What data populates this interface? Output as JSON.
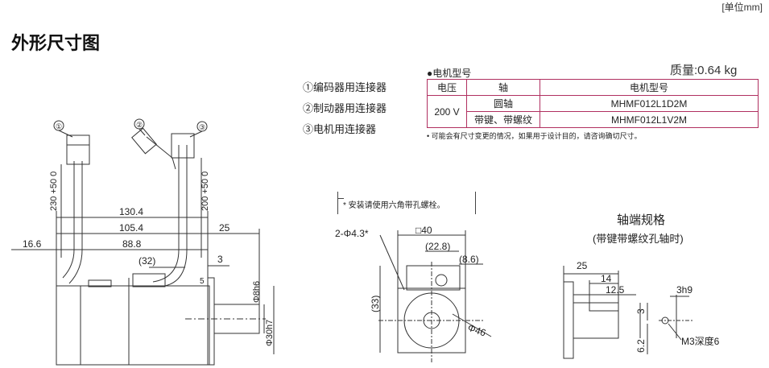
{
  "unit_label": "[单位mm]",
  "title": "外形尺寸图",
  "connectors": [
    {
      "marker": "①",
      "label": "编码器用连接器"
    },
    {
      "marker": "②",
      "label": "制动器用连接器"
    },
    {
      "marker": "③",
      "label": "电机用连接器"
    }
  ],
  "model_table": {
    "section_label": "●电机型号",
    "mass": "质量:0.64 kg",
    "headers": [
      "电压",
      "轴",
      "电机型号"
    ],
    "voltage": "200 V",
    "rows": [
      {
        "shaft": "圆轴",
        "model": "MHMF012L1D2M"
      },
      {
        "shaft": "带键、带螺纹",
        "model": "MHMF012L1V2M"
      }
    ],
    "note": "• 可能会有尺寸变更的情况，如果用于设计目的，请咨询确切尺寸。"
  },
  "side_view": {
    "markers": [
      "①",
      "②",
      "③"
    ],
    "cable_left": "230 +50 0",
    "cable_right": "200 +50 0",
    "dims": [
      "130.4",
      "105.4",
      "25",
      "88.8",
      "16.6",
      "(32)",
      "3",
      "5",
      "Φ8h6",
      "Φ30h7"
    ]
  },
  "front_view": {
    "hint": "* 安装请使用六角带孔螺栓。",
    "dims": [
      "2-Φ4.3*",
      "□40",
      "(22.8)",
      "(8.6)",
      "(33)",
      "Φ46"
    ]
  },
  "shaft_view": {
    "title": "轴端规格",
    "subtitle": "(带键带螺纹孔轴时)",
    "dims": [
      "25",
      "14",
      "12.5",
      "3h9",
      "3",
      "6.2",
      "M3深度6"
    ]
  }
}
